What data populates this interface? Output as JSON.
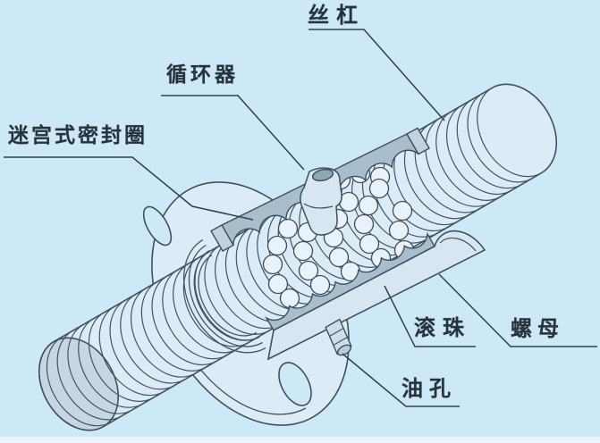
{
  "palette": {
    "background": "#cde9f7",
    "line": "#3a4e5d",
    "metal": "#dcebf5",
    "metal_shaded": "#c6d6e2",
    "cut_face": "#a9becc",
    "label_text": "#26333e"
  },
  "labels": {
    "screw_shaft": "丝杠",
    "circulator": "循环器",
    "labyrinth_seal_ring": "迷宫式密封圈",
    "ball": "滚珠",
    "nut": "螺母",
    "oil_hole": "油孔"
  }
}
